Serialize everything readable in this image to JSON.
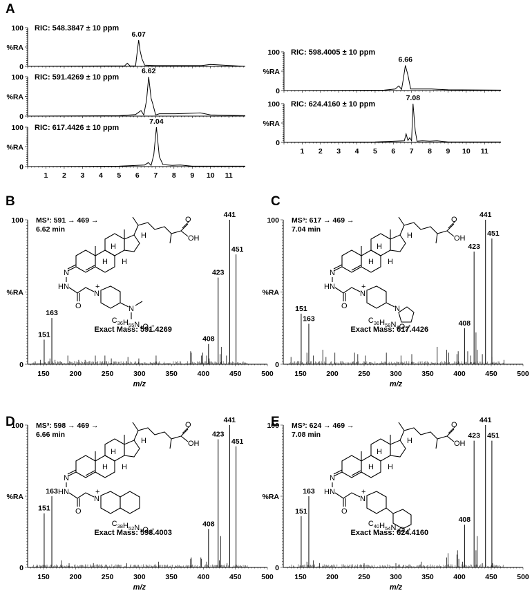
{
  "figure": {
    "panels": [
      "A",
      "B",
      "C",
      "D",
      "E"
    ]
  },
  "chart_data": [
    {
      "panel": "A",
      "type": "line",
      "subplot": "A1",
      "title": "RIC: 548.3847 ± 10 ppm",
      "ylabel": "%RA",
      "yticks": [
        "100",
        "0"
      ],
      "xlabel": "",
      "xticks": [
        "1",
        "2",
        "3",
        "4",
        "5",
        "6",
        "7",
        "8",
        "9",
        "10",
        "11"
      ],
      "xlim": [
        0,
        11.9
      ],
      "ylim": [
        0,
        100
      ],
      "peak_label": "6.07",
      "x": [
        0,
        4.3,
        5.3,
        5.45,
        5.6,
        5.9,
        6.0,
        6.07,
        6.15,
        6.25,
        6.4,
        7.0,
        8.0,
        9.5,
        10.0,
        11.9
      ],
      "y": [
        0,
        1,
        1,
        8,
        1,
        1,
        40,
        68,
        40,
        20,
        3,
        2,
        2,
        2,
        5,
        0
      ]
    },
    {
      "panel": "A",
      "type": "line",
      "subplot": "A2",
      "title": "RIC: 591.4269 ± 10 ppm",
      "ylabel": "%RA",
      "yticks": [
        "100",
        "0"
      ],
      "xticks": [
        "1",
        "2",
        "3",
        "4",
        "5",
        "6",
        "7",
        "8",
        "9",
        "10",
        "11"
      ],
      "xlim": [
        0,
        11.9
      ],
      "ylim": [
        0,
        100
      ],
      "peak_label": "6.62",
      "x": [
        0,
        5.0,
        5.9,
        6.2,
        6.35,
        6.5,
        6.62,
        6.75,
        6.85,
        7.0,
        7.2,
        8.1,
        9.45,
        10.0,
        11.9
      ],
      "y": [
        0,
        1,
        4,
        14,
        3,
        40,
        100,
        45,
        30,
        3,
        6,
        6,
        8,
        3,
        1
      ]
    },
    {
      "panel": "A",
      "type": "line",
      "subplot": "A3",
      "title": "RIC: 617.4426 ± 10 ppm",
      "ylabel": "%RA",
      "yticks": [
        "100",
        "0"
      ],
      "xticks": [
        "1",
        "2",
        "3",
        "4",
        "5",
        "6",
        "7",
        "8",
        "9",
        "10",
        "11"
      ],
      "xlim": [
        0,
        11.9
      ],
      "ylim": [
        0,
        100
      ],
      "peak_label": "7.04",
      "x": [
        0,
        5.0,
        6.4,
        6.6,
        6.75,
        6.9,
        7.04,
        7.2,
        7.4,
        7.9,
        8.35,
        9.0,
        11.9
      ],
      "y": [
        0,
        1,
        4,
        10,
        3,
        30,
        100,
        25,
        5,
        3,
        4,
        1,
        1
      ]
    },
    {
      "panel": "A",
      "type": "line",
      "subplot": "A4",
      "title": "RIC: 598.4005 ± 10 ppm",
      "ylabel": "%RA",
      "yticks": [
        "100",
        "0"
      ],
      "xticks": [
        "1",
        "2",
        "3",
        "4",
        "5",
        "6",
        "7",
        "8",
        "9",
        "10",
        "11"
      ],
      "xlim": [
        0,
        11.9
      ],
      "ylim": [
        0,
        100
      ],
      "peak_label": "6.66",
      "x": [
        0,
        5.5,
        6.1,
        6.3,
        6.45,
        6.55,
        6.66,
        6.8,
        6.95,
        7.3,
        8.1,
        9.0,
        11.9
      ],
      "y": [
        0,
        1,
        4,
        12,
        3,
        30,
        65,
        40,
        4,
        4,
        4,
        2,
        1
      ]
    },
    {
      "panel": "A",
      "type": "line",
      "subplot": "A5",
      "title": "RIC: 624.4160 ± 10 ppm",
      "ylabel": "%RA",
      "yticks": [
        "100",
        "0"
      ],
      "xlabel": "",
      "xticks": [
        "1",
        "2",
        "3",
        "4",
        "5",
        "6",
        "7",
        "8",
        "9",
        "10",
        "11"
      ],
      "xlim": [
        0,
        11.9
      ],
      "ylim": [
        0,
        100
      ],
      "peak_label": "7.08",
      "x": [
        0,
        5.0,
        6.6,
        6.7,
        6.8,
        6.9,
        7.0,
        7.08,
        7.2,
        7.3,
        7.6,
        8.0,
        8.4,
        9.0,
        11.9
      ],
      "y": [
        0,
        1,
        4,
        22,
        5,
        12,
        4,
        100,
        30,
        3,
        4,
        3,
        4,
        1,
        1
      ]
    },
    {
      "panel": "B",
      "type": "bar",
      "title": "MS³: 591 → 469 →",
      "subtitle": "6.62 min",
      "xlabel": "m/z",
      "ylabel": "%RA",
      "yticks": [
        "100",
        "0"
      ],
      "xticks": [
        "150",
        "200",
        "250",
        "300",
        "350",
        "400",
        "450",
        "500"
      ],
      "xlim": [
        130,
        500
      ],
      "ylim": [
        0,
        100
      ],
      "formula": {
        "base": "C",
        "parts": [
          [
            "C",
            "36"
          ],
          [
            "H",
            "55"
          ],
          [
            "N",
            "4"
          ],
          [
            "O",
            "3"
          ]
        ],
        "charge": "+"
      },
      "exact_mass": "Exact Mass: 591.4269",
      "labeled_peaks": [
        {
          "mz": 151,
          "ra": 17,
          "label": "151"
        },
        {
          "mz": 163,
          "ra": 32,
          "label": "163"
        },
        {
          "mz": 408,
          "ra": 14,
          "label": "408"
        },
        {
          "mz": 423,
          "ra": 60,
          "label": "423"
        },
        {
          "mz": 441,
          "ra": 100,
          "label": "441"
        },
        {
          "mz": 451,
          "ra": 76,
          "label": "451"
        }
      ],
      "minor_peaks": [
        [
          137,
          2
        ],
        [
          145,
          3
        ],
        [
          160,
          4
        ],
        [
          168,
          3
        ],
        [
          188,
          6
        ],
        [
          205,
          3
        ],
        [
          215,
          3
        ],
        [
          231,
          6
        ],
        [
          246,
          6
        ],
        [
          256,
          4
        ],
        [
          282,
          5
        ],
        [
          299,
          4
        ],
        [
          326,
          6
        ],
        [
          380,
          9
        ],
        [
          381,
          8
        ],
        [
          397,
          6
        ],
        [
          399,
          8
        ],
        [
          405,
          6
        ],
        [
          409,
          4
        ],
        [
          426,
          7
        ],
        [
          428,
          12
        ],
        [
          436,
          6
        ]
      ]
    },
    {
      "panel": "C",
      "type": "bar",
      "title": "MS³: 617 → 469 →",
      "subtitle": "7.04 min",
      "xlabel": "m/z",
      "ylabel": "%RA",
      "yticks": [
        "100",
        "0"
      ],
      "xticks": [
        "150",
        "200",
        "250",
        "300",
        "350",
        "400",
        "450",
        "500"
      ],
      "xlim": [
        130,
        500
      ],
      "ylim": [
        0,
        100
      ],
      "formula": {
        "parts": [
          [
            "C",
            "36"
          ],
          [
            "H",
            "58"
          ],
          [
            "N",
            "4"
          ],
          [
            "O",
            "3"
          ]
        ],
        "charge": "+"
      },
      "exact_mass": "Exact Mass: 617.4426",
      "labeled_peaks": [
        {
          "mz": 151,
          "ra": 35,
          "label": "151"
        },
        {
          "mz": 163,
          "ra": 28,
          "label": "163"
        },
        {
          "mz": 408,
          "ra": 25,
          "label": "408"
        },
        {
          "mz": 423,
          "ra": 78,
          "label": "423"
        },
        {
          "mz": 441,
          "ra": 100,
          "label": "441"
        },
        {
          "mz": 451,
          "ra": 87,
          "label": "451"
        }
      ],
      "minor_peaks": [
        [
          135,
          5
        ],
        [
          160,
          8
        ],
        [
          170,
          6
        ],
        [
          185,
          10
        ],
        [
          190,
          5
        ],
        [
          204,
          8
        ],
        [
          235,
          8
        ],
        [
          240,
          7
        ],
        [
          252,
          6
        ],
        [
          285,
          8
        ],
        [
          308,
          6
        ],
        [
          325,
          7
        ],
        [
          365,
          12
        ],
        [
          380,
          10
        ],
        [
          383,
          8
        ],
        [
          396,
          7
        ],
        [
          398,
          9
        ],
        [
          413,
          9
        ],
        [
          418,
          6
        ],
        [
          426,
          22
        ],
        [
          428,
          10
        ],
        [
          436,
          7
        ],
        [
          451,
          5
        ],
        [
          470,
          3
        ]
      ]
    },
    {
      "panel": "D",
      "type": "bar",
      "title": "MS³: 598 → 469 →",
      "subtitle": "6.66 min",
      "xlabel": "m/z",
      "ylabel": "%RA",
      "yticks": [
        "100",
        "0"
      ],
      "xticks": [
        "150",
        "200",
        "250",
        "300",
        "350",
        "400",
        "450",
        "500"
      ],
      "xlim": [
        130,
        500
      ],
      "ylim": [
        0,
        100
      ],
      "formula": {
        "parts": [
          [
            "C",
            "38"
          ],
          [
            "H",
            "52"
          ],
          [
            "N",
            "3"
          ],
          [
            "O",
            "3"
          ]
        ],
        "charge": "+"
      },
      "exact_mass": "Exact Mass: 598.4003",
      "labeled_peaks": [
        {
          "mz": 151,
          "ra": 38,
          "label": "151"
        },
        {
          "mz": 163,
          "ra": 50,
          "label": "163"
        },
        {
          "mz": 408,
          "ra": 27,
          "label": "408"
        },
        {
          "mz": 423,
          "ra": 90,
          "label": "423"
        },
        {
          "mz": 441,
          "ra": 100,
          "label": "441"
        },
        {
          "mz": 451,
          "ra": 85,
          "label": "451"
        }
      ],
      "minor_peaks": [
        [
          140,
          2
        ],
        [
          178,
          5
        ],
        [
          190,
          3
        ],
        [
          228,
          3
        ],
        [
          280,
          3
        ],
        [
          330,
          4
        ],
        [
          380,
          6
        ],
        [
          381,
          7
        ],
        [
          396,
          7
        ],
        [
          397,
          6
        ],
        [
          405,
          4
        ],
        [
          425,
          5
        ],
        [
          427,
          22
        ],
        [
          437,
          3
        ]
      ]
    },
    {
      "panel": "E",
      "type": "bar",
      "title": "MS³: 624 → 469 →",
      "subtitle": "7.08 min",
      "xlabel": "m/z",
      "ylabel": "%RA",
      "yticks": [
        "100",
        "0"
      ],
      "xticks": [
        "150",
        "200",
        "250",
        "300",
        "350",
        "400",
        "450",
        "500"
      ],
      "xlim": [
        130,
        500
      ],
      "ylim": [
        0,
        100
      ],
      "formula": {
        "parts": [
          [
            "C",
            "40"
          ],
          [
            "H",
            "54"
          ],
          [
            "N",
            "3"
          ],
          [
            "O",
            "3"
          ]
        ],
        "charge": "+"
      },
      "exact_mass": "Exact Mass: 624.4160",
      "labeled_peaks": [
        {
          "mz": 151,
          "ra": 36,
          "label": "151"
        },
        {
          "mz": 163,
          "ra": 50,
          "label": "163"
        },
        {
          "mz": 408,
          "ra": 30,
          "label": "408"
        },
        {
          "mz": 423,
          "ra": 89,
          "label": "423"
        },
        {
          "mz": 441,
          "ra": 100,
          "label": "441"
        },
        {
          "mz": 451,
          "ra": 89,
          "label": "451"
        }
      ],
      "minor_peaks": [
        [
          160,
          4
        ],
        [
          170,
          5
        ],
        [
          180,
          3
        ],
        [
          250,
          3
        ],
        [
          300,
          3
        ],
        [
          340,
          4
        ],
        [
          380,
          7
        ],
        [
          382,
          10
        ],
        [
          396,
          9
        ],
        [
          397,
          12
        ],
        [
          399,
          6
        ],
        [
          405,
          4
        ],
        [
          426,
          12
        ],
        [
          428,
          22
        ],
        [
          436,
          3
        ],
        [
          452,
          3
        ]
      ]
    }
  ]
}
